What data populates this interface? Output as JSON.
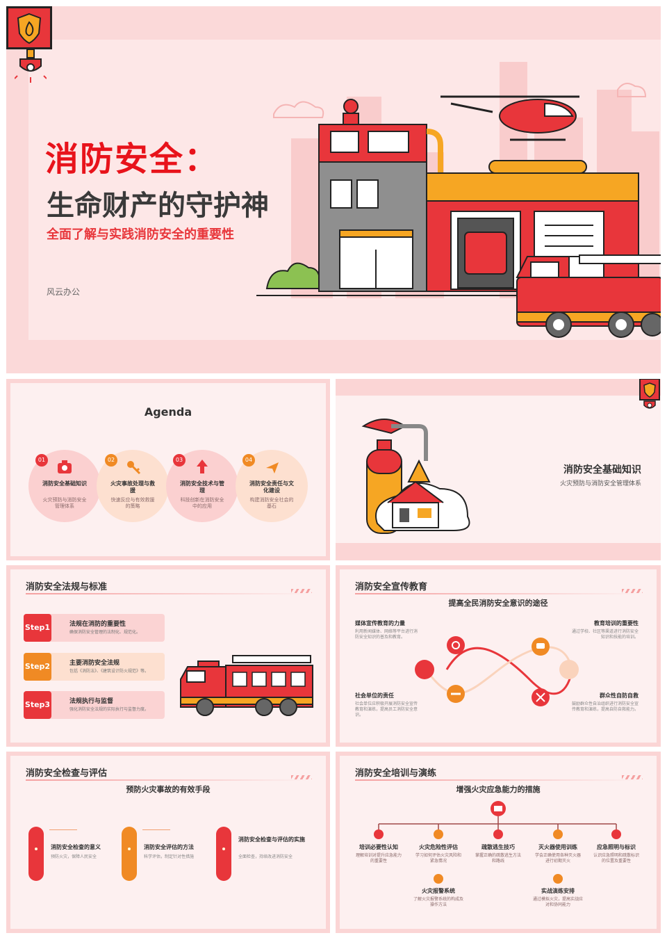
{
  "cover": {
    "title_red": "消防安全：",
    "title_dark": "生命财产的守护神",
    "subtitle": "全面了解与实践消防安全的重要性",
    "author": "风云办公"
  },
  "agenda": {
    "heading": "Agenda",
    "items": [
      {
        "num": "01",
        "title": "消防安全基础知识",
        "desc": "火灾预防与消防安全管理体系",
        "icon": "camera-icon"
      },
      {
        "num": "02",
        "title": "火灾事故处理与救援",
        "desc": "快速反应与有效救援的策略",
        "icon": "key-icon"
      },
      {
        "num": "03",
        "title": "消防安全技术与管理",
        "desc": "科技创新在消防安全中的应用",
        "icon": "arrow-up-icon"
      },
      {
        "num": "04",
        "title": "消防安全责任与文化建设",
        "desc": "构建消防安全社会的基石",
        "icon": "plane-icon"
      }
    ]
  },
  "section1": {
    "title": "消防安全基础知识",
    "subtitle": "火灾预防与消防安全管理体系"
  },
  "laws": {
    "title": "消防安全法规与标准",
    "steps": [
      {
        "label": "Step1",
        "title": "法规在消防的重要性",
        "desc": "确保消防安全管理的法制化、规范化。",
        "color": "#e8363b"
      },
      {
        "label": "Step2",
        "title": "主要消防安全法规",
        "desc": "包括《消防法》、《建筑设计防火规范》等。",
        "color": "#f08a24"
      },
      {
        "label": "Step3",
        "title": "法规执行与监督",
        "desc": "强化消防安全法规的实际执行与监督力度。",
        "color": "#e8363b"
      }
    ]
  },
  "publicity": {
    "title": "消防安全宣传教育",
    "subtitle": "提高全民消防安全意识的途径",
    "items": [
      {
        "title": "媒体宣传教育的力量",
        "desc": "利用新闻媒体、网络等平台进行消防安全知识的普及和教育。"
      },
      {
        "title": "教育培训的重要性",
        "desc": "通过学校、社区等渠道进行消防安全知识和技能的培训。"
      },
      {
        "title": "社会单位的责任",
        "desc": "社会单位应积极开展消防安全宣传教育和演练，提高员工消防安全意识。"
      },
      {
        "title": "群众性自防自救",
        "desc": "鼓励群众性自治组织进行消防安全宣传教育和演练，提高自防自救能力。"
      }
    ]
  },
  "inspection": {
    "title": "消防安全检查与评估",
    "subtitle": "预防火灾事故的有效手段",
    "items": [
      {
        "title": "消防安全检查的意义",
        "desc": "预防火灾，保障人民安全",
        "color": "#e8363b"
      },
      {
        "title": "消防安全评估的方法",
        "desc": "科学评估，制定针对性措施",
        "color": "#f08a24"
      },
      {
        "title": "消防安全检查与评估的实施",
        "desc": "全面检查，持续改进消防安全",
        "color": "#e8363b"
      }
    ]
  },
  "training": {
    "title": "消防安全培训与演练",
    "subtitle": "增强火灾应急能力的措施",
    "row1": [
      {
        "title": "培训必要性认知",
        "desc": "理解培训对提升应急能力的重要性"
      },
      {
        "title": "火灾危险性评估",
        "desc": "学习如何评估火灾风险和紧急情况"
      },
      {
        "title": "疏散逃生技巧",
        "desc": "掌握正确的疏散逃生方法和路线"
      },
      {
        "title": "灭火器使用训练",
        "desc": "学会正确使用各种灭火器进行初期灭火"
      },
      {
        "title": "应急照明与标识",
        "desc": "认识应急照明和疏散标识的位置及重要性"
      }
    ],
    "row2": [
      {
        "title": "火灾报警系统",
        "desc": "了解火灾报警系统的构成及操作方法"
      },
      {
        "title": "实战演练安排",
        "desc": "通过模拟火灾，提高实战应对和协同能力"
      }
    ]
  },
  "colors": {
    "red": "#e8363b",
    "orange": "#f08a24",
    "pink_bg": "#fdeaea"
  }
}
